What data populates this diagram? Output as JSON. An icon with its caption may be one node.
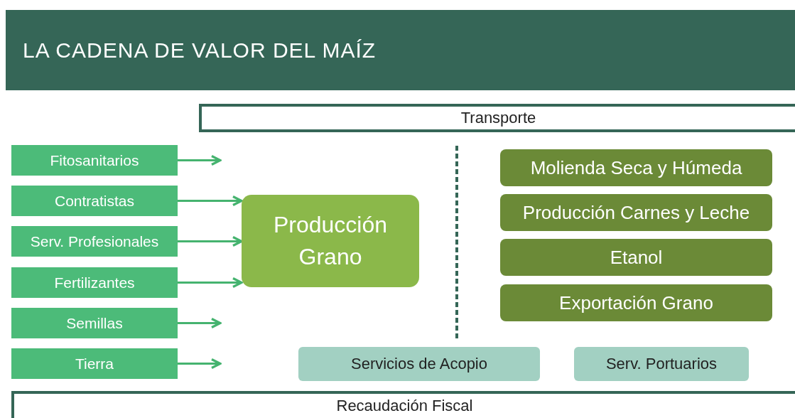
{
  "diagram": {
    "title": "LA CADENA DE VALOR DEL MAÍZ",
    "nodes": [
      {
        "text": [
          "Transporte"
        ]
      },
      {
        "text": [
          "Fitosanitarios"
        ]
      },
      {
        "text": [
          "Contratistas"
        ]
      },
      {
        "text": [
          "Serv. Profesionales"
        ]
      },
      {
        "text": [
          "Fertilizantes"
        ]
      },
      {
        "text": [
          "Semillas"
        ]
      },
      {
        "text": [
          "Tierra"
        ]
      },
      {
        "text": [
          "Producción Grano"
        ]
      },
      {
        "text": [
          "Molienda Seca y Húmeda"
        ]
      },
      {
        "text": [
          "Producción Carnes y Leche"
        ]
      },
      {
        "text": [
          "Etanol"
        ]
      },
      {
        "text": [
          "Exportación Grano"
        ]
      },
      {
        "text": [
          "Servicios de Acopio"
        ]
      },
      {
        "text": [
          "Serv. Portuarios"
        ]
      },
      {
        "text": [
          "Recaudación Fiscal"
        ]
      }
    ],
    "edges": [
      {
        "from": 1,
        "to": null,
        "arrow": "to"
      },
      {
        "from": 2,
        "to": 7,
        "arrow": "to"
      },
      {
        "from": 3,
        "to": 7,
        "arrow": "to"
      },
      {
        "from": 4,
        "to": 7,
        "arrow": "to"
      },
      {
        "from": 5,
        "to": null,
        "arrow": "to"
      },
      {
        "from": 6,
        "to": null,
        "arrow": "to"
      }
    ]
  }
}
